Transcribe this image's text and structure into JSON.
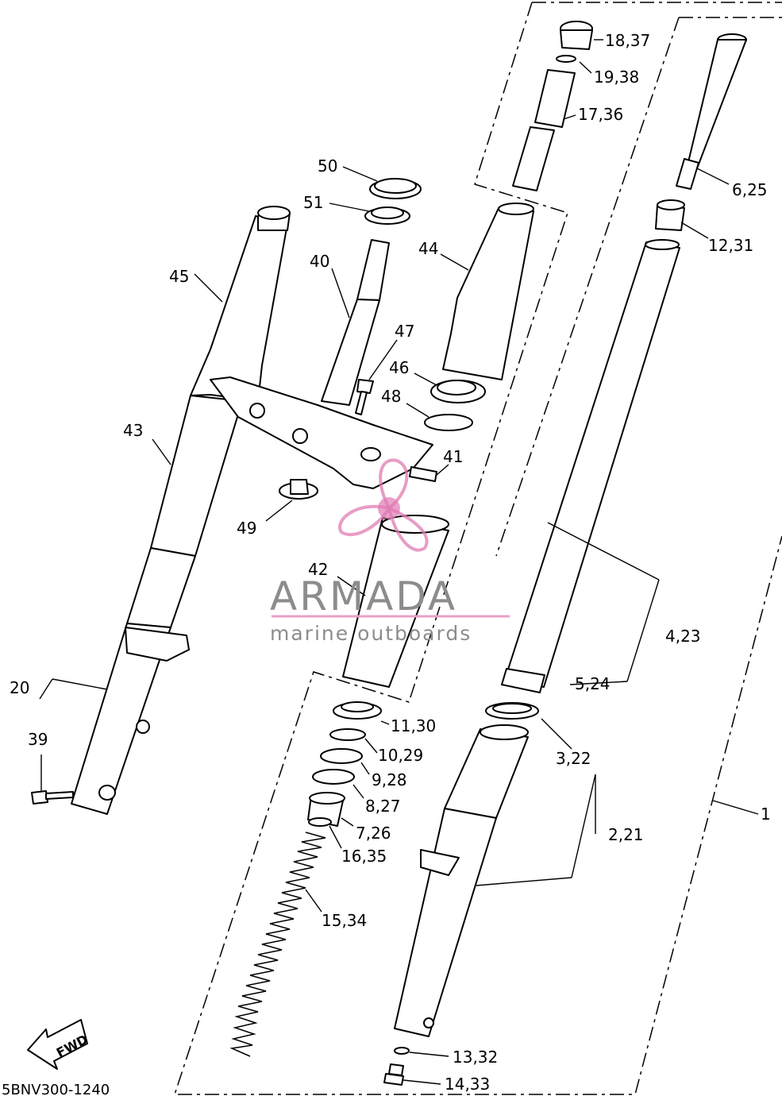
{
  "diagram_code": "5BNV300-1240",
  "fwd_label": "FWD",
  "watermark": {
    "brand": "ARMADA",
    "tagline": "marine outboards",
    "accent_color": "#e07bb3"
  },
  "callouts": {
    "p1": "1",
    "p2_21": "2,21",
    "p3_22": "3,22",
    "p4_23": "4,23",
    "p5_24": "5,24",
    "p6_25": "6,25",
    "p7_26": "7,26",
    "p8_27": "8,27",
    "p9_28": "9,28",
    "p10_29": "10,29",
    "p11_30": "11,30",
    "p12_31": "12,31",
    "p13_32": "13,32",
    "p14_33": "14,33",
    "p15_34": "15,34",
    "p16_35": "16,35",
    "p17_36": "17,36",
    "p18_37": "18,37",
    "p19_38": "19,38",
    "p20": "20",
    "p39": "39",
    "p40": "40",
    "p41": "41",
    "p42": "42",
    "p43": "43",
    "p44": "44",
    "p45": "45",
    "p46": "46",
    "p47": "47",
    "p48": "48",
    "p49": "49",
    "p50": "50",
    "p51": "51"
  }
}
